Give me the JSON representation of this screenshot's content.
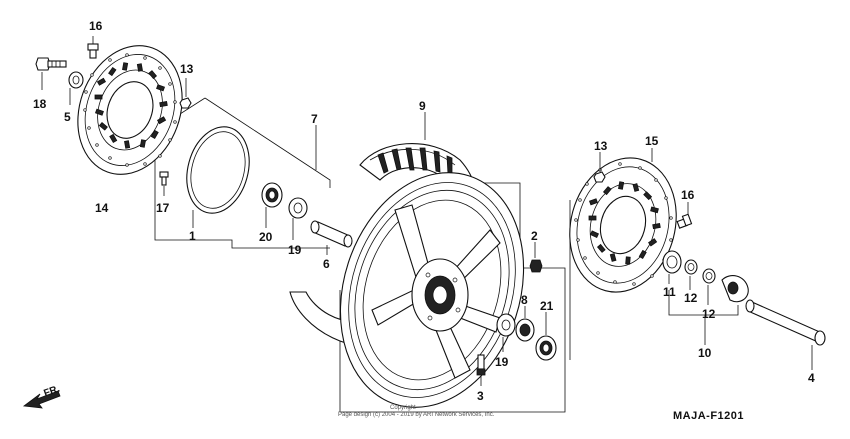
{
  "diagram_code": "MAJA-F1201",
  "direction_label": "FR.",
  "copyright_line1": "Copyright",
  "copyright_line2": "Page design (c) 2004 - 2019 by ARI Network Services, Inc.",
  "callouts": {
    "p16a": "16",
    "p18": "18",
    "p5": "5",
    "p13a": "13",
    "p14": "14",
    "p17": "17",
    "p1": "1",
    "p20": "20",
    "p19a": "19",
    "p6": "6",
    "p7": "7",
    "p9": "9",
    "p2": "2",
    "p8": "8",
    "p21": "21",
    "p19b": "19",
    "p3": "3",
    "p13b": "13",
    "p15": "15",
    "p16b": "16",
    "p11": "11",
    "p12a": "12",
    "p12b": "12",
    "p10": "10",
    "p4": "4"
  }
}
